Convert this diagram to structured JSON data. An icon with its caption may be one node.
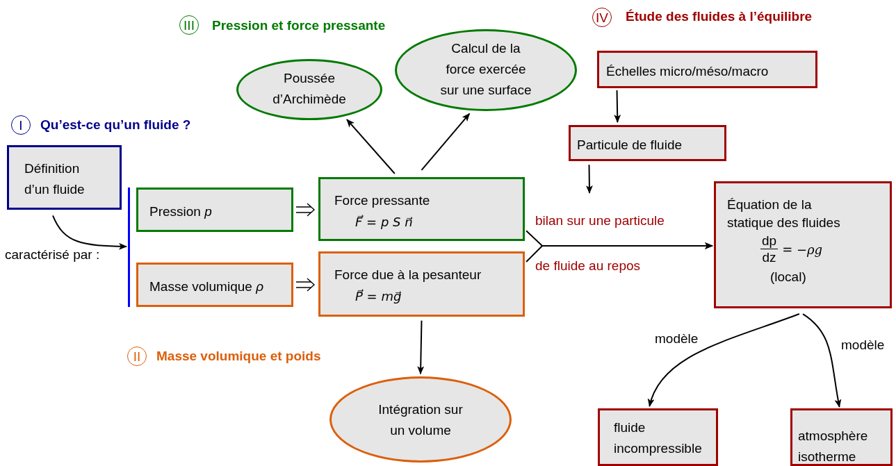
{
  "diagram": {
    "nodes": [
      {
        "text": [
          "Définition d’un fluide"
        ]
      },
      {
        "text": [],
        "shape": "bar"
      },
      {
        "text": [
          "Pression *p*"
        ]
      },
      {
        "text": [
          "Masse volumique *ρ*"
        ]
      },
      {
        "text": [
          "Force pressante",
          "*F⃗* = *p S n⃗*"
        ]
      },
      {
        "text": [
          "Force due à la pesanteur",
          "*P⃗* = *mg⃗*"
        ]
      },
      {
        "text": [
          "Poussée d’Archimède"
        ]
      },
      {
        "text": [
          "Calcul de la force exercée sur une surface"
        ]
      },
      {
        "text": [
          "Intégration sur un volume"
        ]
      },
      {
        "text": [
          "Échelles micro/méso/macro"
        ]
      },
      {
        "text": [
          "Particule de fluide"
        ]
      },
      {
        "text": [
          "Équation de la statique des fluides",
          "dp",
          "dz",
          "= −*ρg*",
          "(local)"
        ]
      },
      {
        "text": [
          "fluide incompressible"
        ]
      },
      {
        "text": [
          "atmosphère isotherme"
        ]
      }
    ],
    "edges": [
      {
        "from": 0,
        "to": 1,
        "arrow": "to",
        "label": "caractérisé par :"
      },
      {
        "from": 2,
        "to": 4,
        "arrow": "to"
      },
      {
        "from": 3,
        "to": 5,
        "arrow": "to"
      },
      {
        "from": 4,
        "to": 6,
        "arrow": "to"
      },
      {
        "from": 4,
        "to": 7,
        "arrow": "to"
      },
      {
        "from": 5,
        "to": 8,
        "arrow": "to"
      },
      {
        "from": 4,
        "to": 11,
        "arrow": "to",
        "label": "bilan sur une particule"
      },
      {
        "from": 5,
        "to": 11,
        "arrow": "to",
        "label": "de fluide au repos"
      },
      {
        "from": 9,
        "to": 10,
        "arrow": "to"
      },
      {
        "from": 10,
        "to": null,
        "arrow": "to"
      },
      {
        "from": 11,
        "to": 12,
        "arrow": "to",
        "label": "modèle"
      },
      {
        "from": 11,
        "to": 13,
        "arrow": "to",
        "label": "modèle"
      }
    ],
    "labels": [
      "IV",
      "Étude des fluides à l’équilibre",
      "III",
      "Pression et force pressante",
      "I",
      "Qu’est-ce qu’un fluide ?",
      "II",
      "Masse volumique et poids"
    ]
  }
}
